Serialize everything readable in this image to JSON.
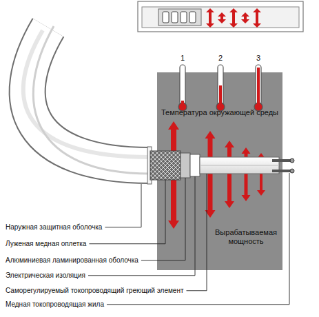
{
  "diagram": {
    "nodes": [
      {
        "text": [
          "Температура окружающей среды",
          "Вырабатываемая мощность"
        ]
      }
    ],
    "labels": [
      "1",
      "2",
      "3",
      "Наружная защитная оболочка",
      "Луженая медная оплетка",
      "Алюминиевая ламинированная оболочка",
      "Электрическая изоляция",
      "Саморегулируемый токопроводящий греющий элемент",
      "Медная токопроводящая жила"
    ]
  }
}
